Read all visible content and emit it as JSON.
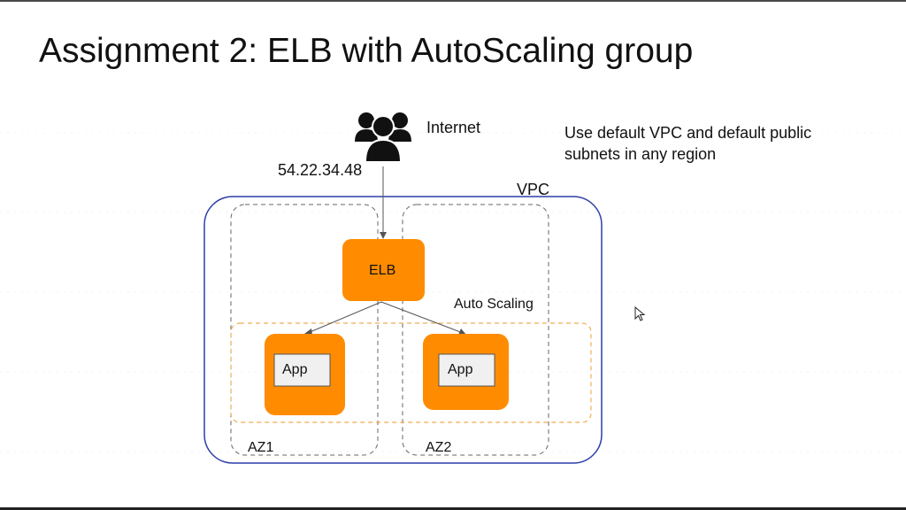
{
  "slide": {
    "title": "Assignment 2: ELB with AutoScaling group",
    "note": "Use default VPC and default public subnets in any region"
  },
  "diagram": {
    "internet_label": "Internet",
    "internet_icon": "users-group-icon",
    "ip_address": "54.22.34.48",
    "vpc_label": "VPC",
    "elb_label": "ELB",
    "autoscaling_label": "Auto Scaling",
    "az_labels": [
      "AZ1",
      "AZ2"
    ],
    "app_labels": [
      "App",
      "App"
    ]
  },
  "colors": {
    "aws_orange": "#FF8C00",
    "vpc_border": "#2D3FA8",
    "autoscaling_border": "#F0AE55",
    "az_border": "#666666",
    "arrow": "#555555"
  }
}
